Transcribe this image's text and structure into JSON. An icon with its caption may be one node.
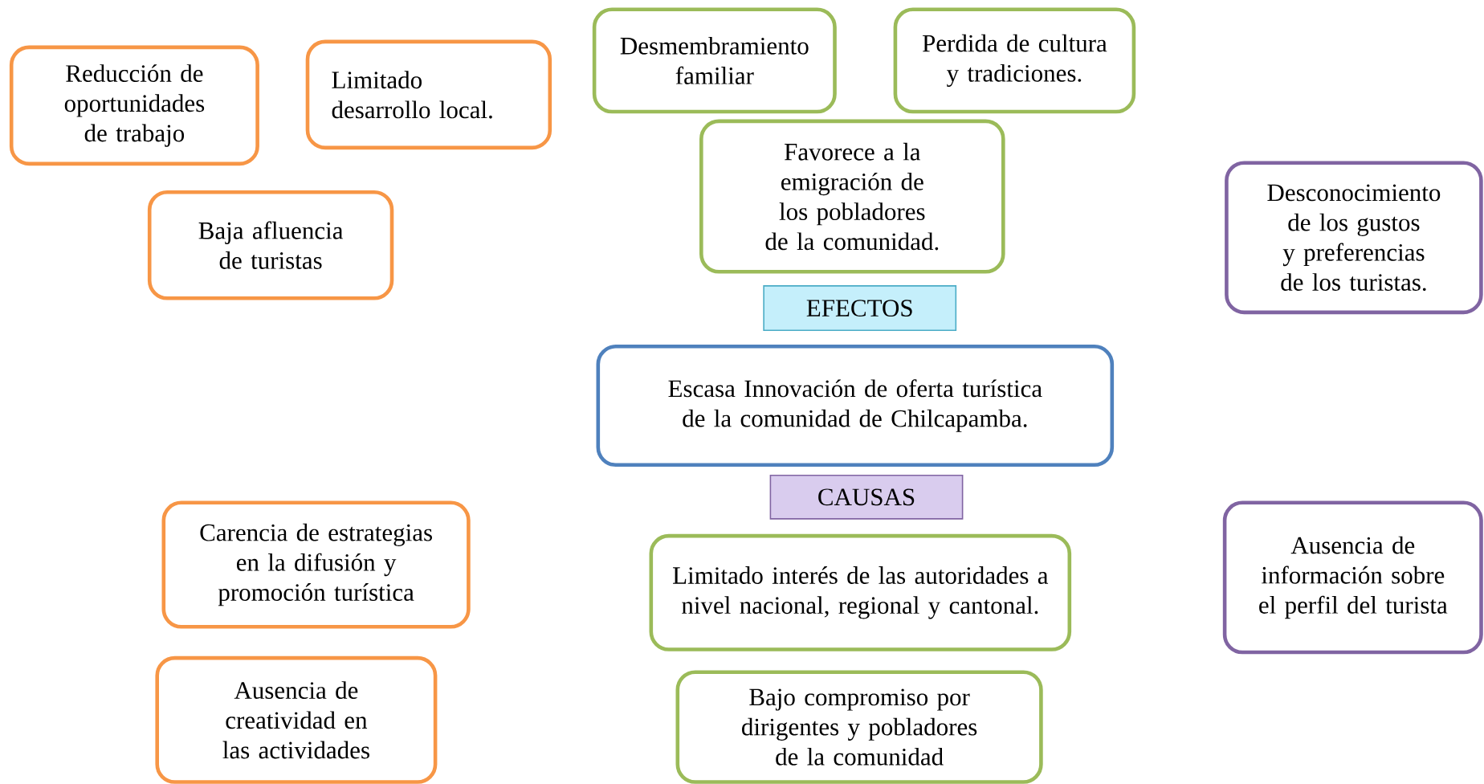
{
  "diagram": {
    "nodes": [
      {
        "text": [
          "Reducción de oportunidades de trabajo"
        ]
      },
      {
        "text": [
          "Limitado desarrollo local."
        ]
      },
      {
        "text": [
          "Desmembramiento familiar"
        ]
      },
      {
        "text": [
          "Perdida de cultura y tradiciones."
        ]
      },
      {
        "text": [
          "Favorece a la emigración de los pobladores de la comunidad."
        ]
      },
      {
        "text": [
          "Baja afluencia de turistas"
        ]
      },
      {
        "text": [
          "Desconocimiento de los gustos y preferencias de los turistas."
        ]
      },
      {
        "text": [
          "EFECTOS"
        ]
      },
      {
        "text": [
          "Escasa Innovación de oferta turística de la comunidad de Chilcapamba."
        ]
      },
      {
        "text": [
          "CAUSAS"
        ]
      },
      {
        "text": [
          "Carencia de estrategias en la difusión y promoción turística"
        ]
      },
      {
        "text": [
          "Limitado interés de las autoridades a nivel nacional, regional y cantonal."
        ]
      },
      {
        "text": [
          "Ausencia de información sobre el perfil del turista"
        ]
      },
      {
        "text": [
          "Ausencia de creatividad en las actividades"
        ]
      },
      {
        "text": [
          "Bajo compromiso por dirigentes y pobladores de la comunidad"
        ]
      }
    ]
  }
}
